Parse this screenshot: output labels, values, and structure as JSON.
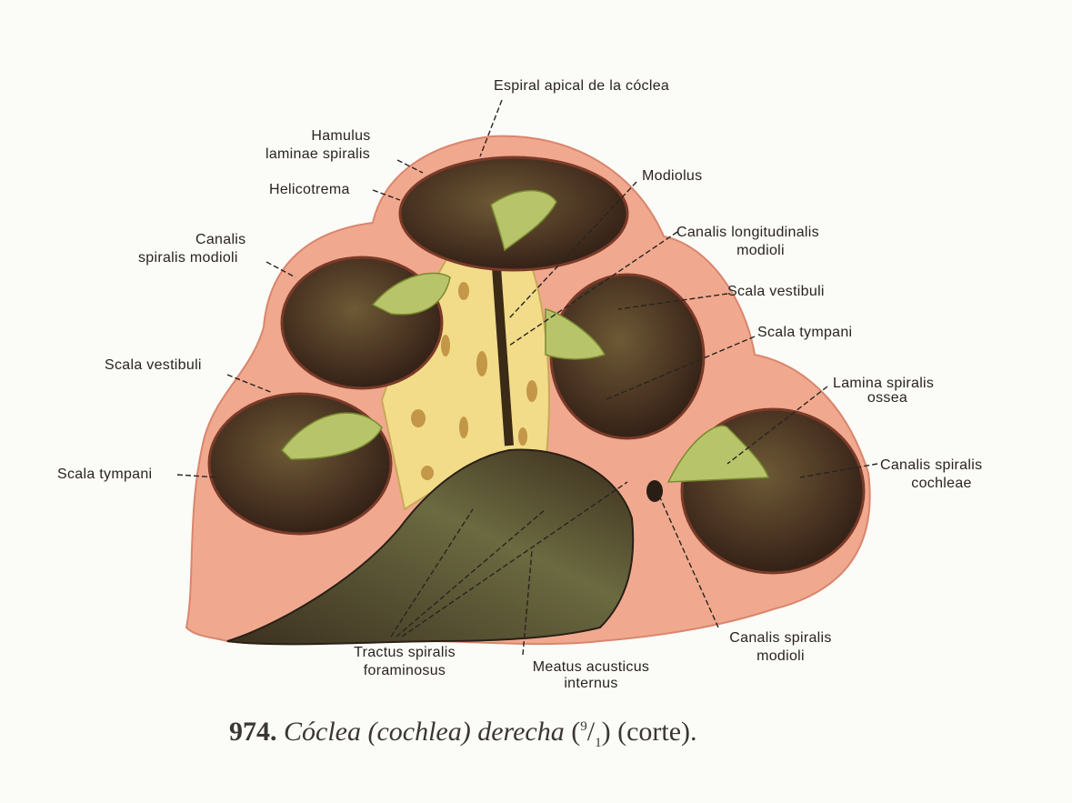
{
  "labels": {
    "espiral_apical": "Espiral apical de la cóclea",
    "hamulus_1": "Hamulus",
    "hamulus_2": "laminae spiralis",
    "helicotrema": "Helicotrema",
    "modiolus": "Modiolus",
    "canalis_long_1": "Canalis longitudinalis",
    "canalis_long_2": "modioli",
    "canalis_spiralis_mod_top_1": "Canalis",
    "canalis_spiralis_mod_top_2": "spiralis modioli",
    "scala_vestibuli_right": "Scala vestibuli",
    "scala_tympani_right": "Scala tympani",
    "scala_vestibuli_left": "Scala vestibuli",
    "lamina_1": "Lamina spiralis",
    "lamina_2": "ossea",
    "scala_tympani_left": "Scala tympani",
    "canalis_cochleae_1": "Canalis spiralis",
    "canalis_cochleae_2": "cochleae",
    "tractus_1": "Tractus spiralis",
    "tractus_2": "foraminosus",
    "meatus_1": "Meatus acusticus",
    "meatus_2": "internus",
    "canalis_mod_bottom_1": "Canalis spiralis",
    "canalis_mod_bottom_2": "modioli"
  },
  "caption": {
    "number": "974.",
    "title": "Cóclea (cochlea) derecha",
    "scale_num": "9",
    "scale_den": "1",
    "note": "(corte)."
  },
  "colors": {
    "bone": "#f0a98f",
    "chamber": "#4a3422",
    "lamina": "#b8c46a",
    "modiolus": "#f2dc8a"
  }
}
